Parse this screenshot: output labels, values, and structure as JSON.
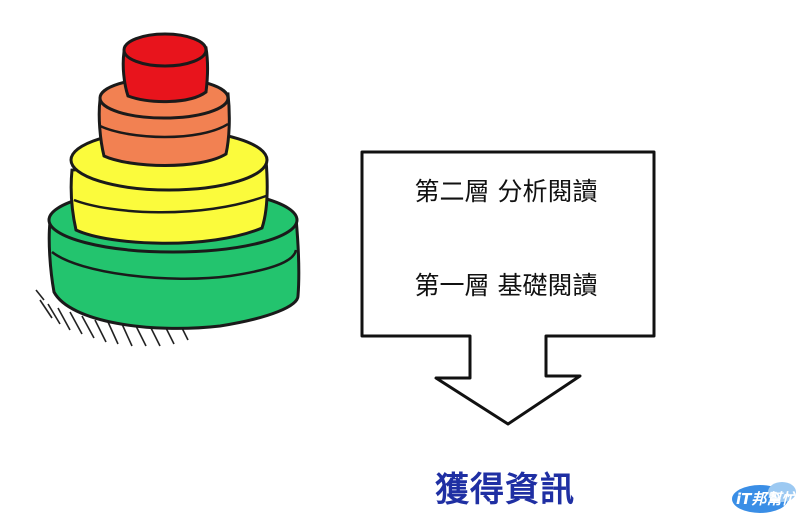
{
  "tower": {
    "layers": [
      {
        "color": "#e8141c"
      },
      {
        "color": "#f28152"
      },
      {
        "color": "#fbfb3c"
      },
      {
        "color": "#23c46e"
      }
    ]
  },
  "callout": {
    "line_2": "第二層 分析閱讀",
    "line_1": "第一層 基礎閱讀"
  },
  "result": {
    "text": "獲得資訊",
    "color": "#1f2fa3"
  },
  "watermark": {
    "text": "iT邦幫忙"
  }
}
